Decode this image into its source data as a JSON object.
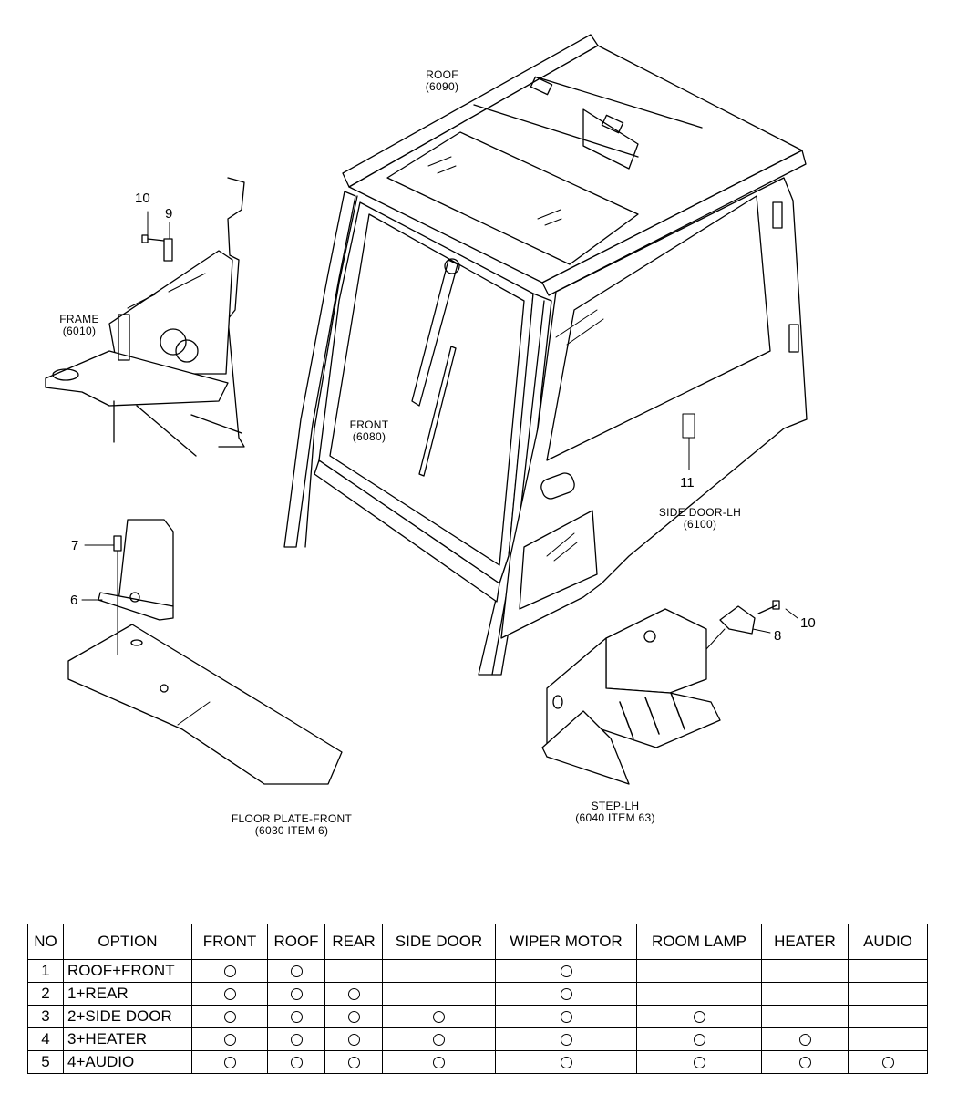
{
  "labels": {
    "roof": {
      "name": "ROOF",
      "code": "(6090)"
    },
    "frame": {
      "name": "FRAME",
      "code": "(6010)"
    },
    "front": {
      "name": "FRONT",
      "code": "(6080)"
    },
    "side_door": {
      "name": "SIDE DOOR-LH",
      "code": "(6100)"
    },
    "floor_plate": {
      "name": "FLOOR PLATE-FRONT",
      "code": "(6030 ITEM 6)"
    },
    "step": {
      "name": "STEP-LH",
      "code": "(6040 ITEM 63)"
    }
  },
  "callouts": {
    "c10a": "10",
    "c9": "9",
    "c7": "7",
    "c6": "6",
    "c11": "11",
    "c10b": "10",
    "c8": "8"
  },
  "table": {
    "headers": [
      "NO",
      "OPTION",
      "FRONT",
      "ROOF",
      "REAR",
      "SIDE DOOR",
      "WIPER MOTOR",
      "ROOM LAMP",
      "HEATER",
      "AUDIO"
    ],
    "rows": [
      {
        "no": "1",
        "option": "ROOF+FRONT",
        "marks": [
          true,
          true,
          false,
          false,
          true,
          false,
          false,
          false
        ]
      },
      {
        "no": "2",
        "option": "1+REAR",
        "marks": [
          true,
          true,
          true,
          false,
          true,
          false,
          false,
          false
        ]
      },
      {
        "no": "3",
        "option": "2+SIDE DOOR",
        "marks": [
          true,
          true,
          true,
          true,
          true,
          true,
          false,
          false
        ]
      },
      {
        "no": "4",
        "option": "3+HEATER",
        "marks": [
          true,
          true,
          true,
          true,
          true,
          true,
          true,
          false
        ]
      },
      {
        "no": "5",
        "option": "4+AUDIO",
        "marks": [
          true,
          true,
          true,
          true,
          true,
          true,
          true,
          true
        ]
      }
    ]
  }
}
